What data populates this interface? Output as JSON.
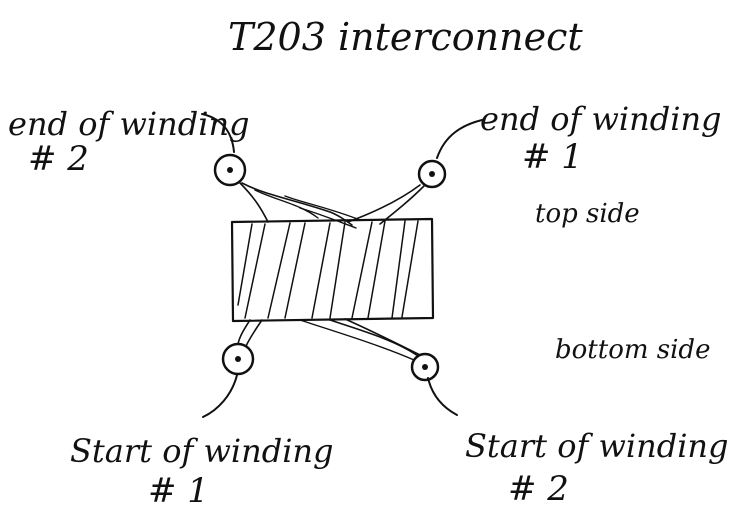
{
  "title": "T203 interconnect",
  "labels": {
    "top_left_line1": "end of winding",
    "top_left_line2": "# 2",
    "top_right_line1": "end of winding",
    "top_right_line2": "# 1",
    "top_side": "top side",
    "bottom_side": "bottom side",
    "bottom_left_line1": "Start of winding",
    "bottom_left_line2": "# 1",
    "bottom_right_line1": "Start of winding",
    "bottom_right_line2": "# 2"
  },
  "colors": {
    "ink": "#111111",
    "paper": "#ffffff"
  }
}
